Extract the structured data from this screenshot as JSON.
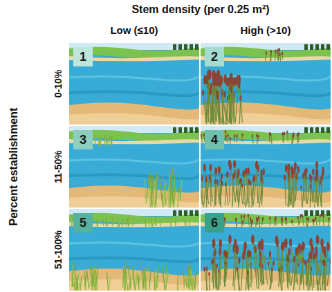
{
  "diagram": {
    "title": "Stem density (per 0.25 m²)",
    "nodes": [
      {
        "text": [
          "1"
        ]
      },
      {
        "text": [
          "2"
        ]
      },
      {
        "text": [
          "3"
        ]
      },
      {
        "text": [
          "4"
        ]
      },
      {
        "text": [
          "5"
        ]
      },
      {
        "text": [
          "6"
        ]
      }
    ],
    "labels": [
      "Low (≤10)",
      "High (>10)",
      "Percent establishment",
      "0-10%",
      "11-50%",
      "51-100%"
    ]
  }
}
